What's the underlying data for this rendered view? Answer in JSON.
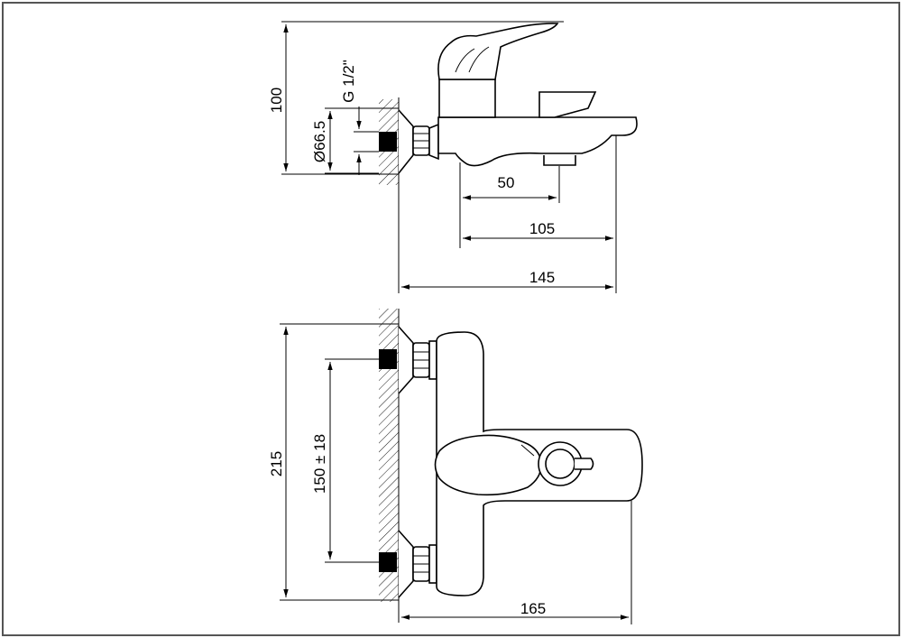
{
  "drawing": {
    "colors": {
      "line": "#000000",
      "background": "#ffffff",
      "frame": "#555555"
    },
    "side_view": {
      "dims": {
        "height": "100",
        "diameter": "Ø66.5",
        "thread": "G 1/2\"",
        "outlet_offset": "50",
        "spout_reach": "105",
        "total_depth": "145"
      }
    },
    "top_view": {
      "dims": {
        "total_width": "215",
        "center_distance": "150 ± 18",
        "total_depth": "165"
      }
    }
  }
}
